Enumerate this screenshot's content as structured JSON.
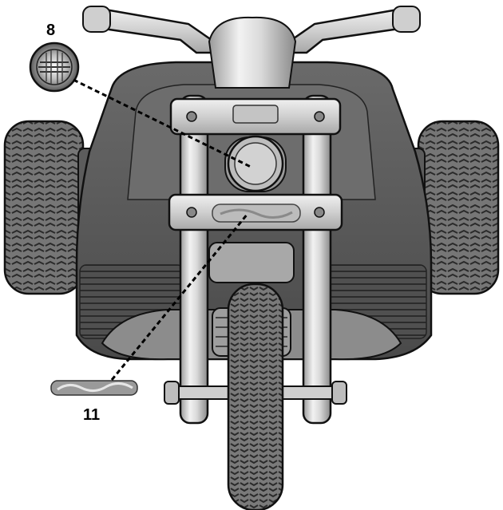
{
  "callouts": [
    {
      "number": "8",
      "part": "headlight"
    },
    {
      "number": "11",
      "part": "harley-davidson-decal"
    }
  ],
  "colors": {
    "body_dark": "#5a5a5a",
    "chrome_light": "#d6d6d6",
    "tire": "#6e6e6e",
    "outline": "#111111",
    "leader_line": "#000000"
  }
}
